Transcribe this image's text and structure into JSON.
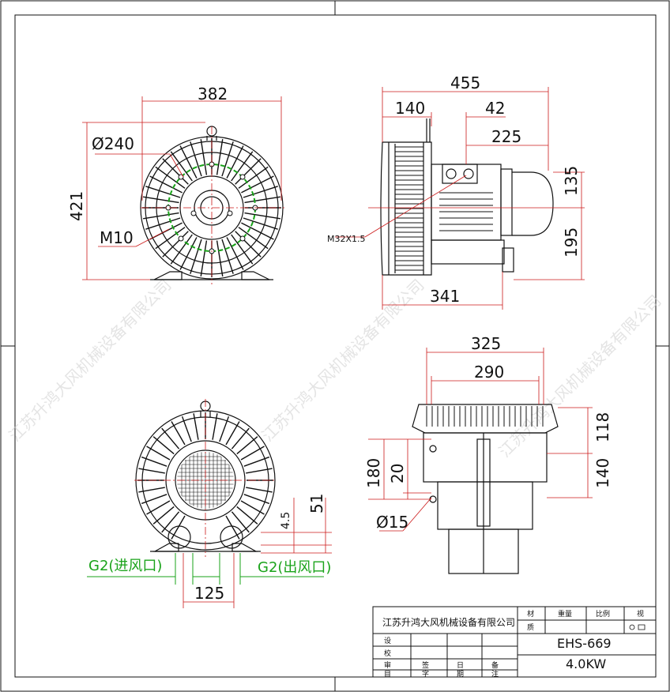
{
  "front_view": {
    "width_dim": "382",
    "height_dim": "421",
    "diameter_dim": "Ø240",
    "bolt_label": "M10"
  },
  "side_view": {
    "overall_length": "455",
    "dim_140": "140",
    "dim_42": "42",
    "dim_225": "225",
    "dim_135": "135",
    "dim_195": "195",
    "dim_341": "341",
    "thread_label": "M32X1.5"
  },
  "rear_view": {
    "dim_51": "51",
    "dim_4_5": "4.5",
    "dim_125": "125",
    "inlet_label": "G2(进风口)",
    "outlet_label": "G2(出风口)"
  },
  "bottom_view": {
    "dim_325": "325",
    "dim_290": "290",
    "dim_118": "118",
    "dim_140": "140",
    "dim_180": "180",
    "dim_20": "20",
    "hole_dia": "Ø15"
  },
  "title_block": {
    "company": "江苏升鸿大风机械设备有限公司",
    "material_label": "材",
    "material_label2": "质",
    "weight_label": "重量",
    "scale_label": "比例",
    "view_label": "视",
    "model": "EHS-669",
    "power": "4.0KW",
    "row_design": "设",
    "row_check": "校",
    "row_review": "审",
    "col_sign": "签",
    "col_date": "日",
    "col_remark": "备",
    "foot_1": "目",
    "foot_2": "字",
    "foot_3": "期",
    "foot_4": "注"
  },
  "watermark": "江苏升鸿大风机械设备有限公司",
  "colors": {
    "line": "#111111",
    "dimension": "#cc1a1a",
    "green": "#1aa31a"
  }
}
